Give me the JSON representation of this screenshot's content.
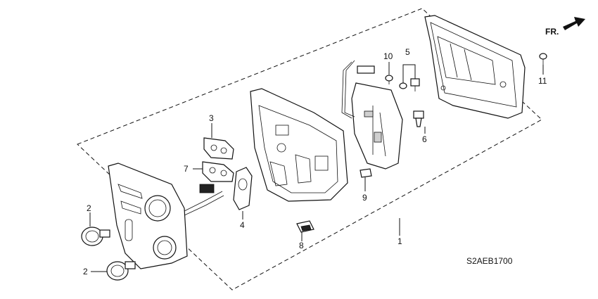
{
  "diagram": {
    "diagram_code": "S2AEB1700",
    "direction_label": "FR.",
    "callouts": [
      {
        "id": "c1",
        "label": "1"
      },
      {
        "id": "c2a",
        "label": "2"
      },
      {
        "id": "c2b",
        "label": "2"
      },
      {
        "id": "c3",
        "label": "3"
      },
      {
        "id": "c4",
        "label": "4"
      },
      {
        "id": "c5",
        "label": "5"
      },
      {
        "id": "c6",
        "label": "6"
      },
      {
        "id": "c7",
        "label": "7"
      },
      {
        "id": "c8",
        "label": "8"
      },
      {
        "id": "c9",
        "label": "9"
      },
      {
        "id": "c10",
        "label": "10"
      },
      {
        "id": "c11",
        "label": "11"
      }
    ]
  }
}
